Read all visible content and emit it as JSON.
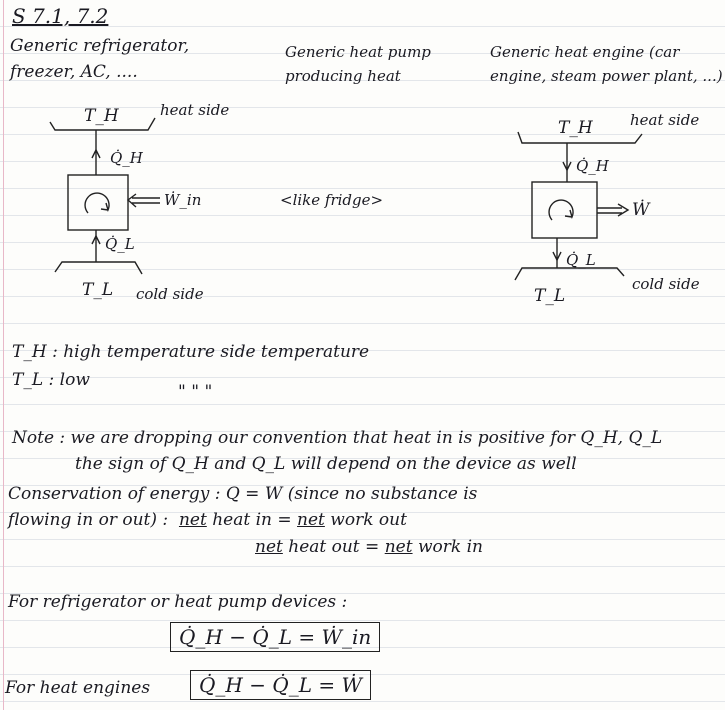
{
  "heading": "S 7.1, 7.2",
  "columns": {
    "refrigerator": {
      "line1": "Generic refrigerator,",
      "line2": "freezer, AC, ....",
      "hot_label": "T_H",
      "hot_side": "heat side",
      "q_hot": "Q̇_H",
      "work": "Ẇ_in",
      "q_cold": "Q̇_L",
      "cold_label": "T_L",
      "cold_side": "cold side"
    },
    "heat_pump": {
      "line1": "Generic heat pump",
      "line2": "producing heat",
      "note": "<like fridge>"
    },
    "heat_engine": {
      "line1": "Generic heat engine (car",
      "line2": "engine, steam power plant, ...)",
      "hot_label": "T_H",
      "hot_side": "heat side",
      "q_hot": "Q̇_H",
      "work": "Ẇ",
      "q_cold": "Q̇_L",
      "cold_label": "T_L",
      "cold_side": "cold side"
    }
  },
  "definitions": {
    "th": "T_H : high temperature side temperature",
    "tl": "T_L : low",
    "ditto": "\"          \"          \""
  },
  "note": {
    "line1": "Note : we are dropping our convention that heat in is positive for Q_H, Q_L",
    "line2": "the sign of Q_H and Q_L will depend on the device as well"
  },
  "conservation": {
    "line1": "Conservation of energy :  Q = W  (since no substance is",
    "line2_prefix": "flowing in or out) :",
    "net1": "net",
    "eq1_mid": " heat in = ",
    "net2": "net",
    "eq1_end": " work out",
    "net3": "net",
    "eq2_mid": " heat out = ",
    "net4": "net",
    "eq2_end": " work in"
  },
  "formulas": {
    "fridge_label": "For refrigerator or heat pump devices :",
    "fridge_eq": "Q̇_H − Q̇_L = Ẇ_in",
    "engine_label": "For heat engines",
    "engine_eq": "Q̇_H − Q̇_L = Ẇ"
  }
}
